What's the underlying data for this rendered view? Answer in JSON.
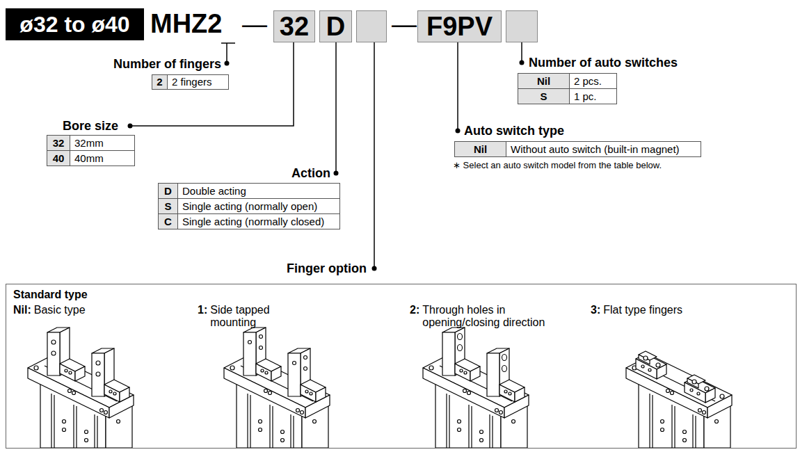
{
  "diagram": {
    "nodes": [
      {
        "text": [
          "ø32 to ø40"
        ]
      },
      {
        "text": [
          "32"
        ]
      },
      {
        "text": [
          "D"
        ]
      },
      {
        "text": [
          "F9PV"
        ]
      },
      {
        "text": [
          "Standard type",
          "Nil:",
          "Basic type",
          "1:",
          "Side tapped mounting",
          "2:",
          "Through holes in opening/closing direction",
          "3:",
          "Flat type fingers"
        ]
      }
    ],
    "labels": [
      "MHZ2",
      "—",
      "—",
      "Number of fingers",
      "2",
      "2 fingers",
      "Bore size",
      "32",
      "32mm",
      "40",
      "40mm",
      "Action",
      "D",
      "Double acting",
      "S",
      "Single acting (normally open)",
      "C",
      "Single acting (normally closed)",
      "Finger option",
      "Number of auto switches",
      "Nil",
      "2 pcs.",
      "S",
      "1 pc.",
      "Auto switch type",
      "Nil",
      "Without auto switch (built-in magnet)",
      "∗ Select an auto switch model from the table below."
    ]
  }
}
